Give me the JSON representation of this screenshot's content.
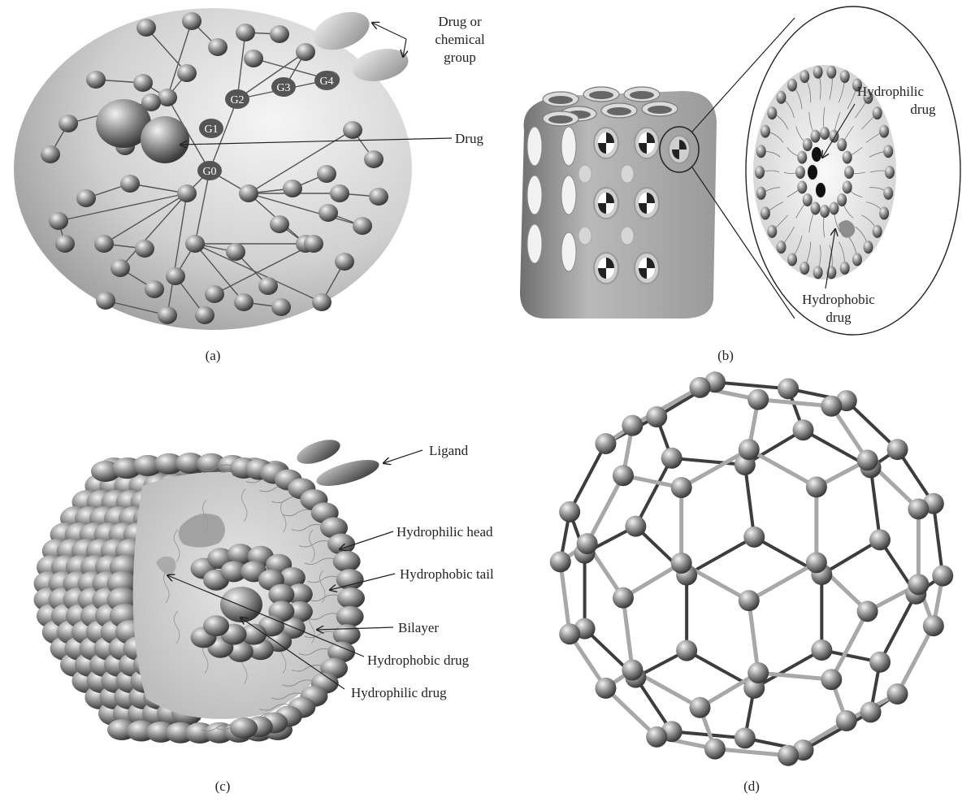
{
  "panels": {
    "a": {
      "caption": "(a)",
      "generation_labels": [
        "G0",
        "G1",
        "G2",
        "G3",
        "G4"
      ],
      "labels": {
        "drug_or_group_line1": "Drug or",
        "drug_or_group_line2": "chemical",
        "drug_or_group_line3": "group",
        "drug": "Drug"
      }
    },
    "b": {
      "caption": "(b)",
      "labels": {
        "hydrophilic_line1": "Hydrophilic",
        "hydrophilic_line2": "drug",
        "hydrophobic_line1": "Hydrophobic",
        "hydrophobic_line2": "drug"
      }
    },
    "c": {
      "caption": "(c)",
      "labels": {
        "ligand": "Ligand",
        "hydrophilic_head": "Hydrophilic head",
        "hydrophobic_tail": "Hydrophobic tail",
        "bilayer": "Bilayer",
        "hydrophobic_drug": "Hydrophobic drug",
        "hydrophilic_drug": "Hydrophilic drug"
      }
    },
    "d": {
      "caption": "(d)"
    }
  },
  "colors": {
    "sphere_light": "#f2f2f2",
    "sphere_dark": "#3a3a3a",
    "disc_light": "#f5f5f5",
    "disc_dark": "#9a9a9a"
  }
}
